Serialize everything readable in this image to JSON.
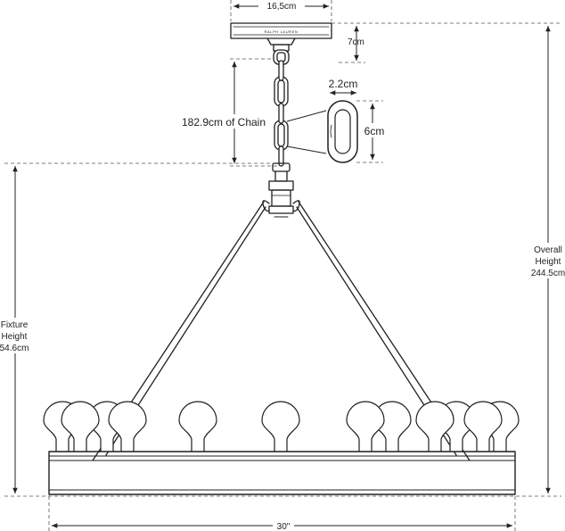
{
  "dimensions": {
    "canopy_width": "16,5cm",
    "canopy_height": "7cm",
    "chain_length": "182.9cm of Chain",
    "link_width": "2.2cm",
    "link_height": "6cm",
    "overall_height": [
      "Overall",
      "Height",
      "244.5cm"
    ],
    "fixture_height": [
      "Fixture",
      "Height",
      "54.6cm"
    ],
    "fixture_width": "30\""
  },
  "canopy_brand": "RALPH LAUREN",
  "bulb_count": 12
}
